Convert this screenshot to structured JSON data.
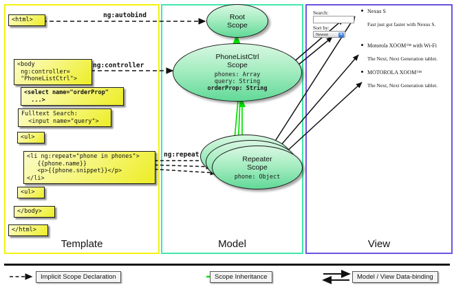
{
  "columns": [
    {
      "id": "template",
      "label": "Template",
      "accent": "#f2f20d"
    },
    {
      "id": "model",
      "label": "Model",
      "accent": "#3fe8a8"
    },
    {
      "id": "view",
      "label": "View",
      "accent": "#6b51e0"
    }
  ],
  "template": {
    "boxes": [
      {
        "name": "html-open-box",
        "text": "<html>",
        "bold": false
      },
      {
        "name": "body-controller-box",
        "text": "<body\n ng:controller=\n \"PhoneListCtrl\">",
        "bold": false
      },
      {
        "name": "select-orderprop-box",
        "text": "<select name=\"orderProp\"\n  ...>",
        "bold": true
      },
      {
        "name": "fulltext-search-box",
        "text": "Fulltext Search:\n  <input name=\"query\">",
        "bold": false
      },
      {
        "name": "ul-open-box",
        "text": "<ul>",
        "bold": false
      },
      {
        "name": "li-repeat-box",
        "text": "<li ng:repeat=\"phone in phones\">\n   {{phone.name}}\n   <p>{{phone.snippet}}</p>\n</li>",
        "bold": false
      },
      {
        "name": "ul-close-box",
        "text": "<ul>",
        "bold": false
      },
      {
        "name": "body-close-box",
        "text": "</body>",
        "bold": false
      },
      {
        "name": "html-close-box",
        "text": "</html>",
        "bold": false
      }
    ]
  },
  "model": {
    "scopes": [
      {
        "name": "root-scope",
        "title": "Root\nScope",
        "props": ""
      },
      {
        "name": "phonelistctrl-scope",
        "title": "PhoneListCtrl\nScope",
        "props_plain": "phones: Array\nquery: String",
        "props_bold": "orderProp: String"
      },
      {
        "name": "repeater-scope",
        "title": "Repeater\nScope",
        "props": "phone: Object"
      }
    ]
  },
  "edges": {
    "autobind": "ng:autobind",
    "controller": "ng:controller",
    "repeat": "ng:repeat"
  },
  "view": {
    "search_label": "Search:",
    "search_value": "",
    "sort_label": "Sort by:",
    "sort_selected": "Newest",
    "phones": [
      {
        "name": "Nexus S",
        "snippet": "Fast just got faster with Nexus S."
      },
      {
        "name": "Motorola XOOM™ with Wi-Fi",
        "snippet": "The Next, Next Generation tablet."
      },
      {
        "name": "MOTOROLA XOOM™",
        "snippet": "The Next, Next Generation tablet."
      }
    ]
  },
  "legend": {
    "items": [
      {
        "name": "legend-implicit-scope-declaration",
        "label": "Implicit Scope Declaration",
        "style": "dashed",
        "color": "#111111"
      },
      {
        "name": "legend-scope-inheritance",
        "label": "Scope Inheritance",
        "style": "solid",
        "color": "#00e000"
      },
      {
        "name": "legend-data-binding",
        "label": "Model / View Data-binding",
        "style": "double",
        "color": "#111111"
      }
    ]
  }
}
